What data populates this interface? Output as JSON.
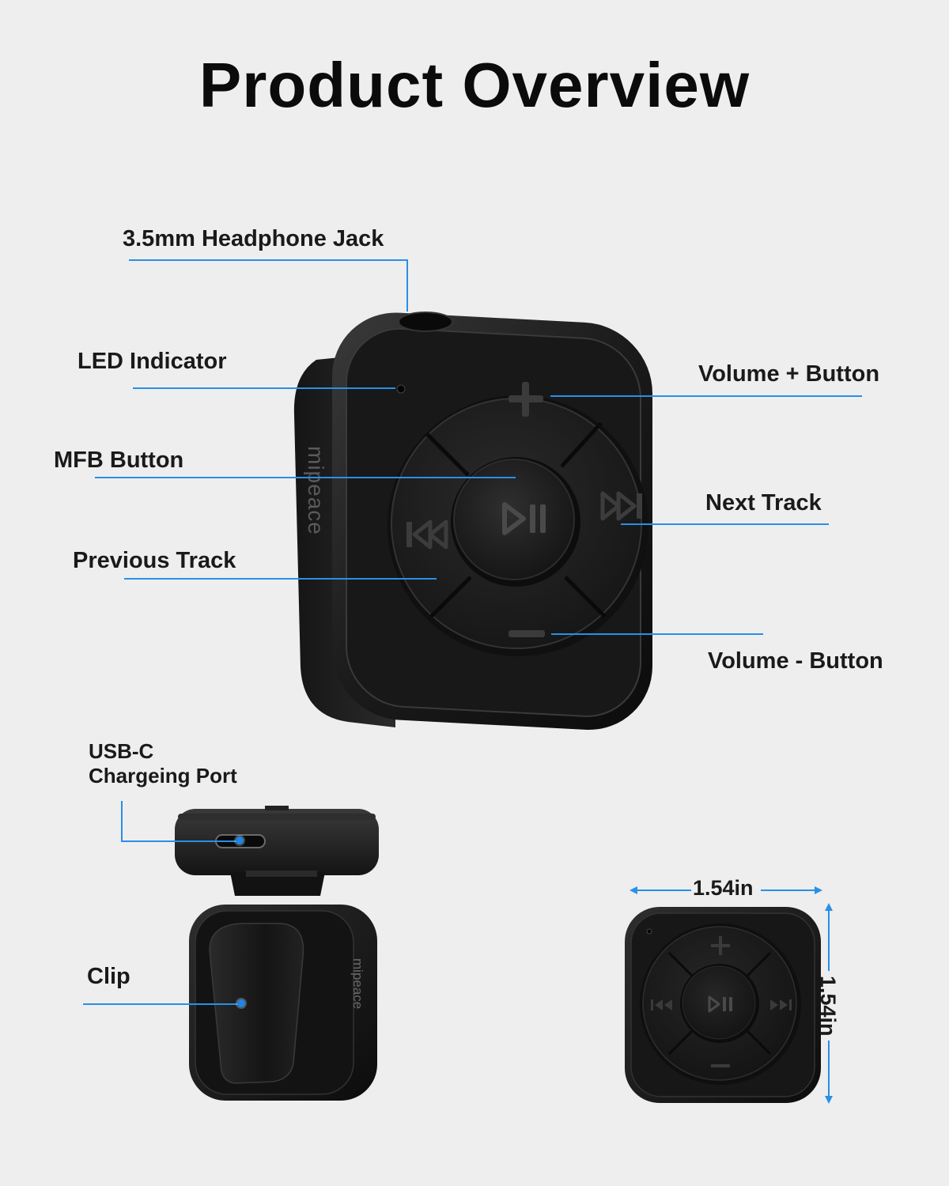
{
  "title": "Product Overview",
  "brand": "mipeace",
  "callouts": {
    "headphone_jack": "3.5mm Headphone Jack",
    "led_indicator": "LED Indicator",
    "mfb_button": "MFB Button",
    "previous_track": "Previous Track",
    "volume_plus": "Volume + Button",
    "next_track": "Next Track",
    "volume_minus": "Volume - Button",
    "usb_c_line1": "USB-C",
    "usb_c_line2": "Chargeing Port",
    "clip": "Clip"
  },
  "dimensions": {
    "width": "1.54in",
    "height": "1.54in"
  },
  "colors": {
    "background": "#eeeeee",
    "device": "#1b1b1b",
    "accent_line": "#2a8fe6"
  },
  "icons": [
    "plus-icon",
    "minus-icon",
    "play-pause-icon",
    "previous-track-icon",
    "next-track-icon"
  ]
}
